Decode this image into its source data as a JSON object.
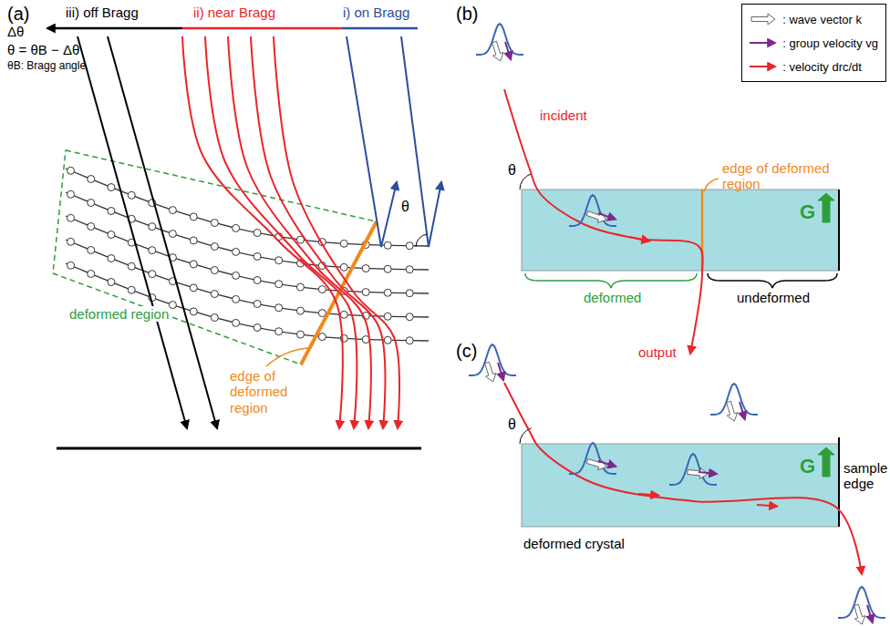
{
  "diagram": {
    "nodes": [
      {
        "text": [
          "G"
        ]
      },
      {
        "text": [
          "G"
        ]
      }
    ],
    "labels": [
      "(a)",
      "iii) off Bragg",
      "ii) near Bragg",
      "i) on Bragg",
      "Δθ",
      "θ = θB − Δθ",
      "θB: Bragg angle",
      "θ",
      "deformed region",
      "edge of deformed region",
      "(b)",
      "θ",
      "incident",
      "edge of deformed region",
      "deformed",
      "undeformed",
      "output",
      "(c)",
      "θ",
      "sample edge",
      "deformed crystal"
    ],
    "legend": [
      {
        "text": ": wave vector k"
      },
      {
        "text": ": group velocity vg"
      },
      {
        "text": ": velocity drc/dt"
      }
    ]
  }
}
